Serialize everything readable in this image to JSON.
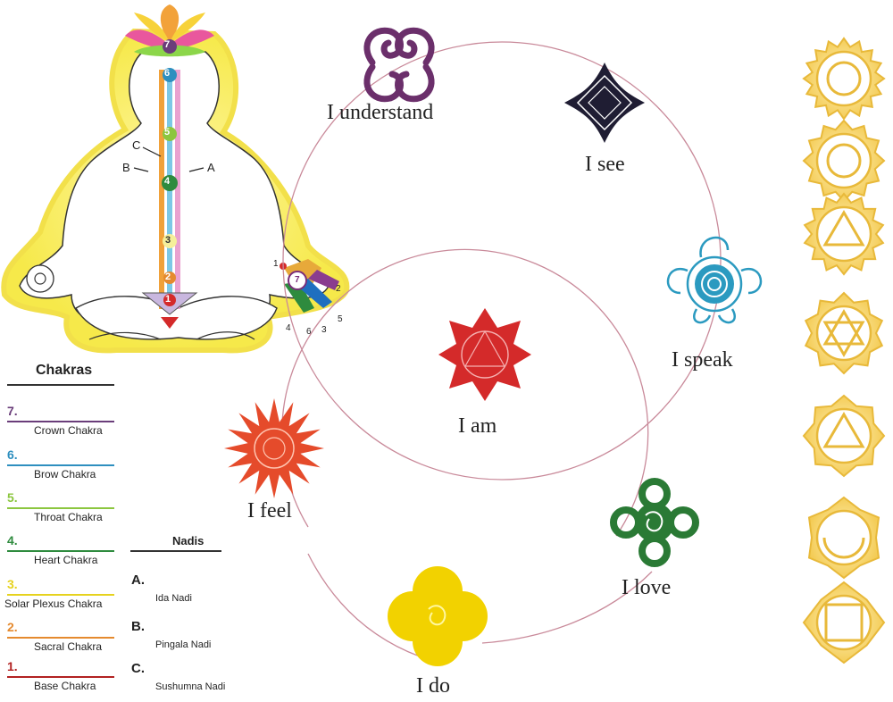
{
  "body_figure": {
    "chakra_numbers": [
      "7",
      "6",
      "5",
      "4",
      "3",
      "2",
      "1"
    ],
    "channel_letters": [
      "C",
      "B",
      "A"
    ],
    "hand_numbers": [
      "1",
      "7",
      "2",
      "4",
      "6",
      "3",
      "5"
    ]
  },
  "legend": {
    "chakras_title": "Chakras",
    "chakras": [
      {
        "num": "7.",
        "name": "Crown Chakra",
        "color": "#6a3d7a"
      },
      {
        "num": "6.",
        "name": "Brow Chakra",
        "color": "#2e8fbf"
      },
      {
        "num": "5.",
        "name": "Throat Chakra",
        "color": "#8cc63f"
      },
      {
        "num": "4.",
        "name": "Heart Chakra",
        "color": "#2e8b3e"
      },
      {
        "num": "3.",
        "name": "Solar Plexus Chakra",
        "color": "#e6d21e"
      },
      {
        "num": "2.",
        "name": "Sacral Chakra",
        "color": "#e58a2e"
      },
      {
        "num": "1.",
        "name": "Base Chakra",
        "color": "#b22222"
      }
    ],
    "nadis_title": "Nadis",
    "nadis": [
      {
        "letter": "A.",
        "name": "Ida Nadi"
      },
      {
        "letter": "B.",
        "name": "Pingala Nadi"
      },
      {
        "letter": "C.",
        "name": "Sushumna Nadi"
      }
    ]
  },
  "cycle": {
    "understand": "I understand",
    "see": "I see",
    "speak": "I speak",
    "love": "I love",
    "do": "I do",
    "feel": "I feel",
    "am": "I am"
  },
  "colors": {
    "crown": "#6b2f6b",
    "third_eye": "#1f1d33",
    "throat": "#2b9ac0",
    "heart": "#2a7a35",
    "solar": "#f2d200",
    "sacral": "#e54b2b",
    "root": "#d42a2a",
    "gold": "#e8b93a",
    "circle": "#c98a9a"
  }
}
